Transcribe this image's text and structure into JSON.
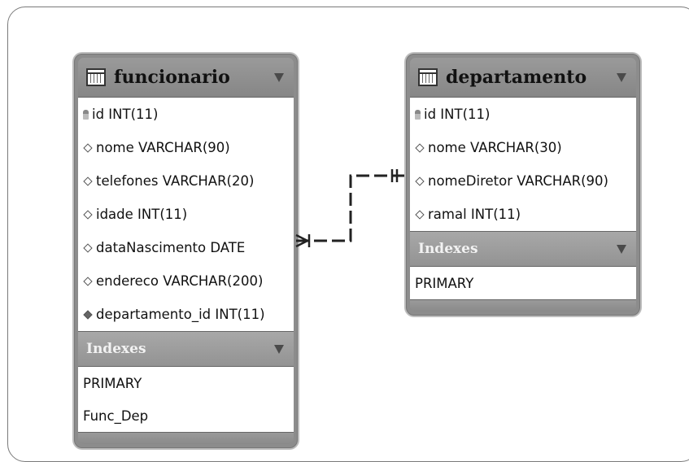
{
  "tables": [
    {
      "name": "funcionario",
      "columns": [
        {
          "text": "id INT(11)",
          "kind": "key"
        },
        {
          "text": "nome VARCHAR(90)",
          "kind": "attr"
        },
        {
          "text": "telefones VARCHAR(20)",
          "kind": "attr"
        },
        {
          "text": "idade INT(11)",
          "kind": "attr"
        },
        {
          "text": "dataNascimento DATE",
          "kind": "attr"
        },
        {
          "text": "endereco VARCHAR(200)",
          "kind": "attr"
        },
        {
          "text": "departamento_id INT(11)",
          "kind": "foreign"
        }
      ],
      "indexes_label": "Indexes",
      "indexes": [
        "PRIMARY",
        "Func_Dep"
      ]
    },
    {
      "name": "departamento",
      "columns": [
        {
          "text": "id INT(11)",
          "kind": "key"
        },
        {
          "text": "nome VARCHAR(30)",
          "kind": "attr"
        },
        {
          "text": "nomeDiretor VARCHAR(90)",
          "kind": "attr"
        },
        {
          "text": "ramal INT(11)",
          "kind": "attr"
        }
      ],
      "indexes_label": "Indexes",
      "indexes": [
        "PRIMARY"
      ]
    }
  ],
  "relationship": {
    "from": "funcionario",
    "to": "departamento",
    "from_end": "many",
    "to_end": "one-and-only-one",
    "line_style": "dashed"
  }
}
